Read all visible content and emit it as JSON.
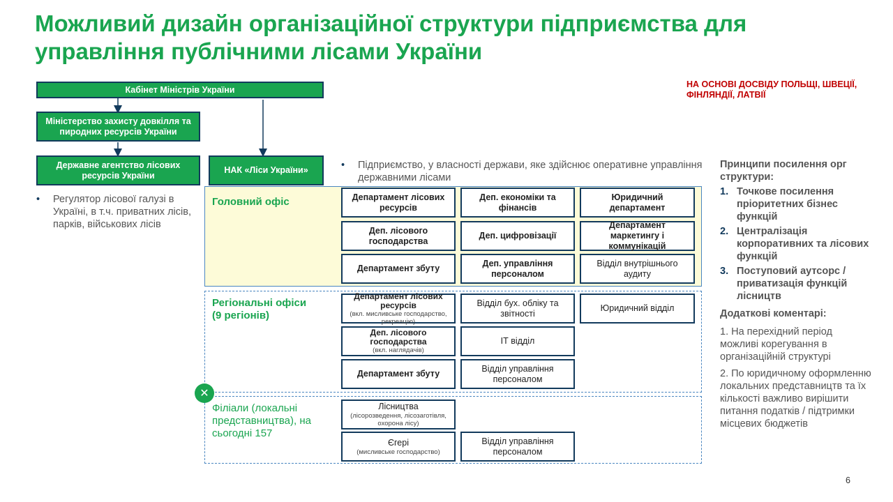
{
  "title": "Можливий дизайн організаційної структури підприємства для управління публічними лісами України",
  "note": "НА ОСНОВІ ДОСВІДУ ПОЛЬЩІ, ШВЕЦІЇ, ФІНЛЯНДІЇ, ЛАТВІЇ",
  "boxes": {
    "cabinet": "Кабінет Міністрів України",
    "ministry": "Міністерство захисту довкілля та пиродних ресурсів України",
    "agency": "Державне агентство лісових ресурсів України",
    "nak": "НАК «Ліси України»"
  },
  "bullets": {
    "agency": "Регулятор лісової галузі в Україні, в т.ч. приватних лісів, парків, військових лісів",
    "nak": "Підприємство, у власності держави, яке здійснює оперативне управління державними лісами"
  },
  "zones": {
    "head": "Головний офіс",
    "regional": "Регіональні офіси (9 регіонів)",
    "branches": "Філіали (локальні представництва), на сьогодні 157"
  },
  "head_office": {
    "c1": "Департамент лісових ресурсів",
    "c2": "Деп. економіки та фінансів",
    "c3": "Юридичний департамент",
    "c4": "Деп. лісового господарства",
    "c5": "Деп. цифровізації",
    "c6": "Департамент маркетингу і коммунікацій",
    "c7": "Департамент збуту",
    "c8": "Деп. управління персоналом",
    "c9": "Відділ внутрішнього аудиту"
  },
  "regional": {
    "r1_main": "Департамент лісових ресурсів",
    "r1_note": "(вкл. мисливське господарство, рекреацію)",
    "r2": "Відділ бух. обліку та звітності",
    "r3": "Юридичний відділ",
    "r4_main": "Деп. лісового господарства",
    "r4_note": "(вкл. наглядачів)",
    "r5": "ІТ відділ",
    "r6": "Департамент збуту",
    "r7": "Відділ управління персоналом"
  },
  "branches": {
    "b1_main": "Лісництва",
    "b1_note": "(лісорозведення, лісозаготівля, охорона лісу)",
    "b2_main": "Єгері",
    "b2_note": "(мисливське господарство)",
    "b3": "Відділ управління персоналом"
  },
  "right_panel": {
    "heading": "Принципи посилення орг структури:",
    "items": [
      {
        "n": "1.",
        "t": "Точкове посилення пріоритетних бізнес функцій"
      },
      {
        "n": "2.",
        "t": "Централізація корпоративних та лісових функцій"
      },
      {
        "n": "3.",
        "t": "Поступовий аутсорс / приватизація функцій лісництв"
      }
    ],
    "comments_heading": "Додаткові коментарі:",
    "comment1": "1. На перехідний період можливі корегування в організаційній структурі",
    "comment2": "2. По юридичному оформленню локальних представництв та їх кількості важливо вирішити питання податків / підтримки місцевих бюджетів"
  },
  "bullet_symbol": "•",
  "close_symbol": "✕",
  "page_number": "6"
}
